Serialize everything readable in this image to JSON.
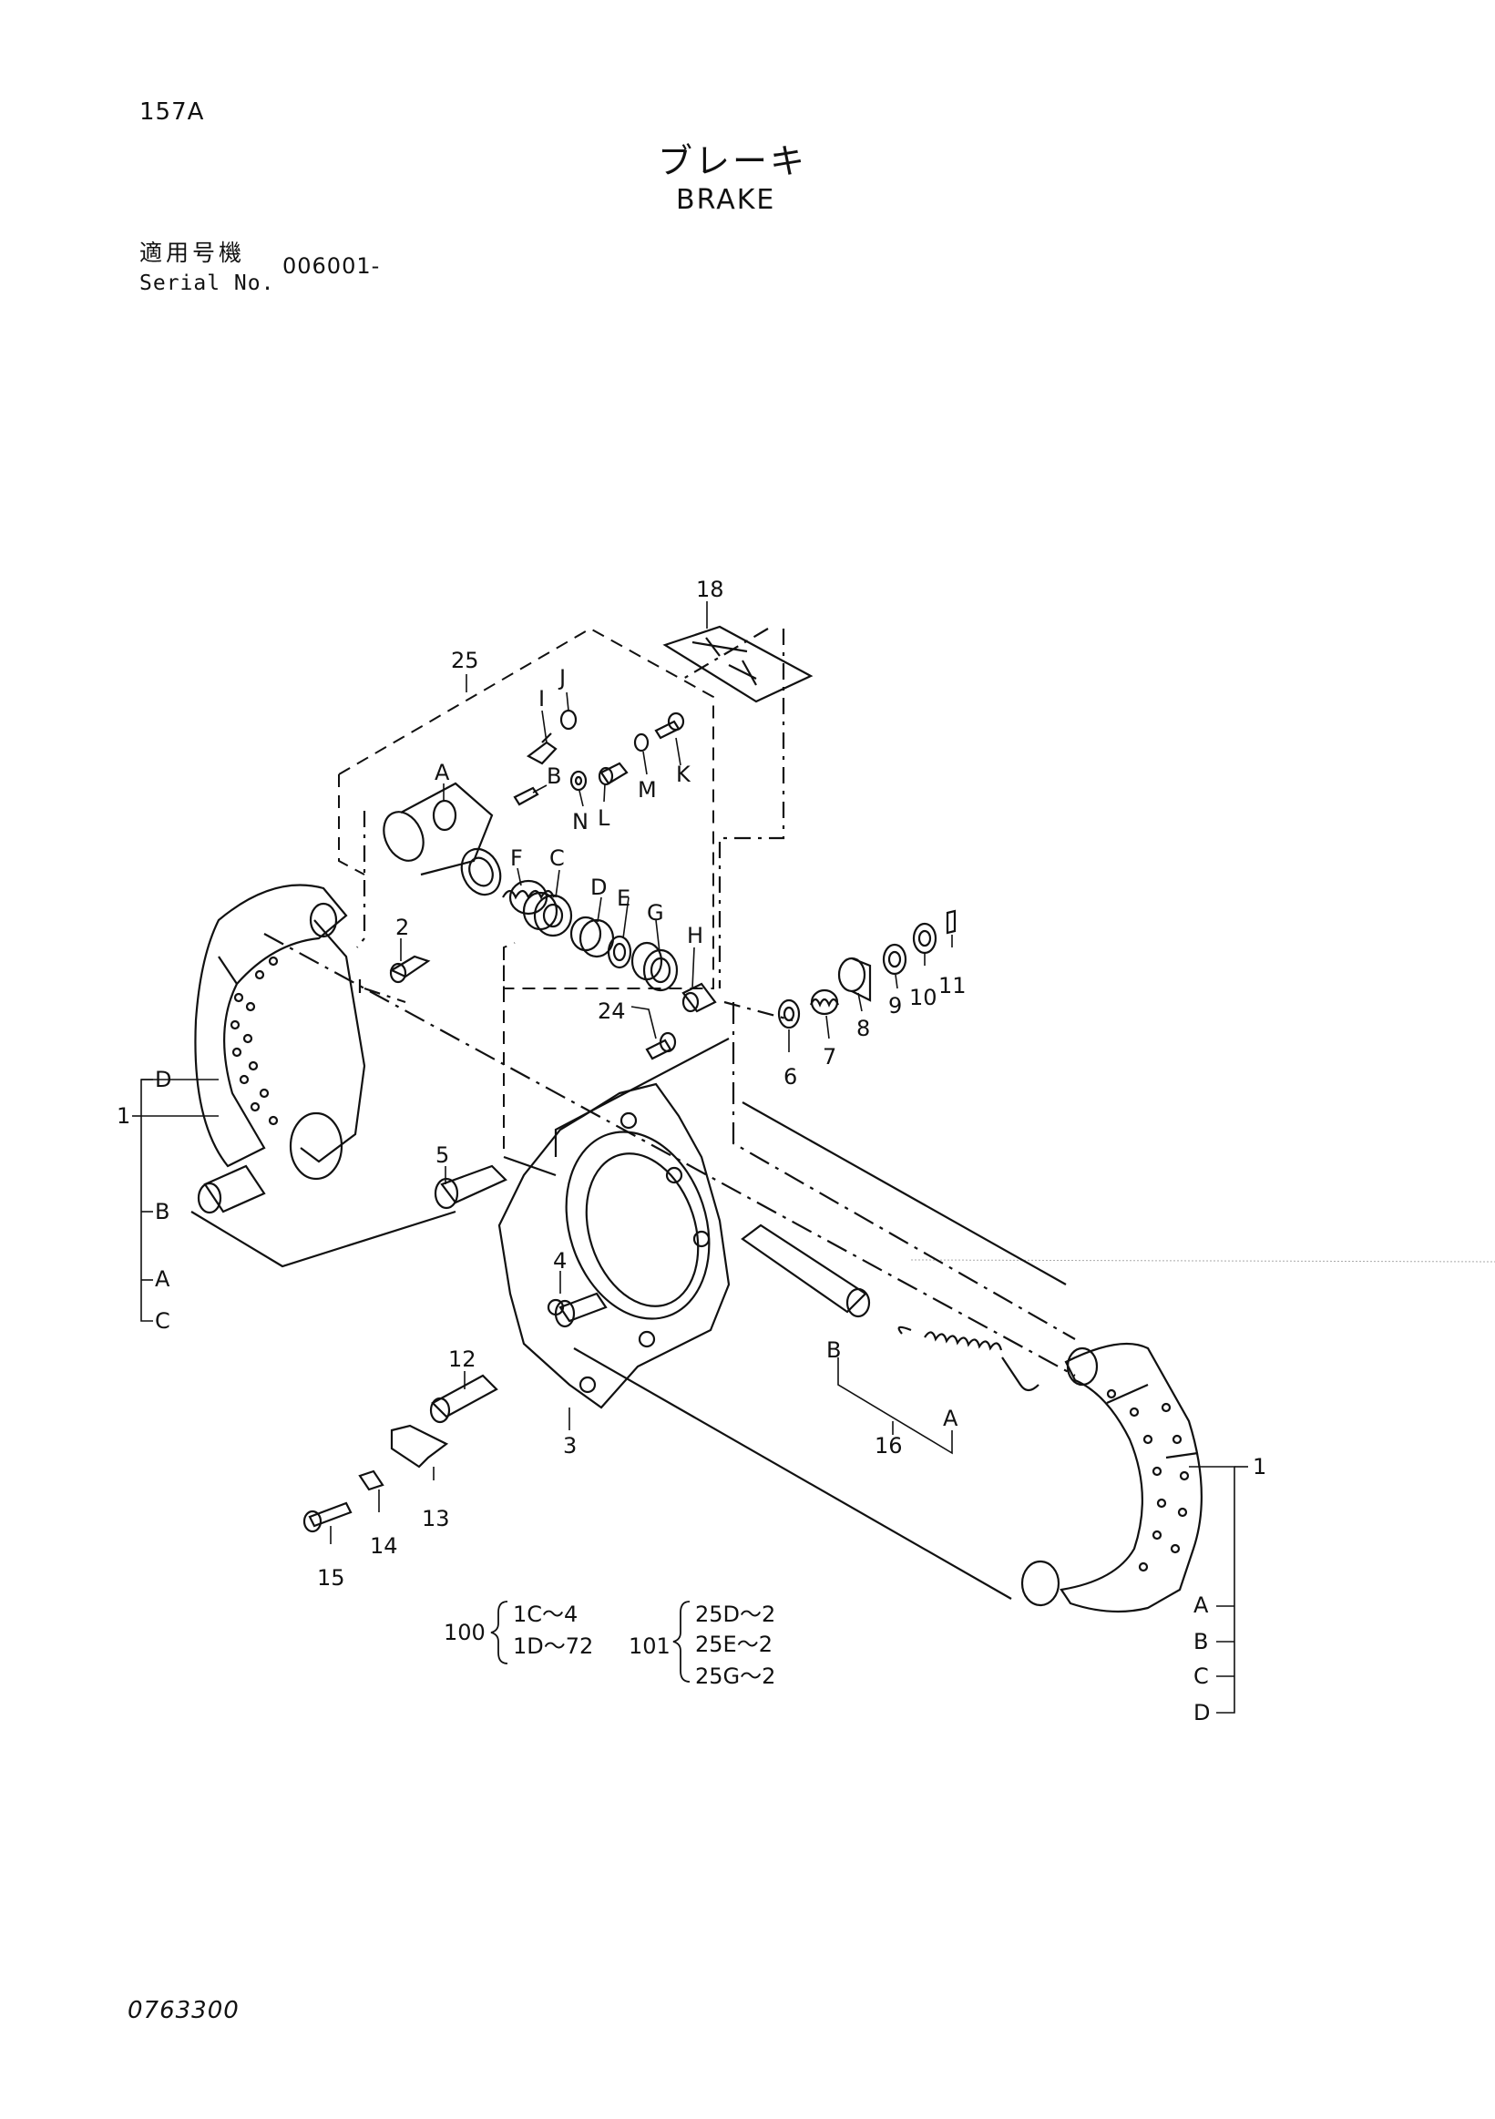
{
  "page": {
    "page_no": "157A",
    "title_jp": "ブレーキ",
    "title_en": "BRAKE",
    "serial_label_jp": "適用号機",
    "serial_label_en": "Serial No.",
    "serial_value": "006001-",
    "doc_no": "0763300"
  },
  "labels": {
    "l1": "1",
    "l1b": "1",
    "l2": "2",
    "l3": "3",
    "l4": "4",
    "l5": "5",
    "l6": "6",
    "l7": "7",
    "l8": "8",
    "l9": "9",
    "l10": "10",
    "l11": "11",
    "l12": "12",
    "l13": "13",
    "l14": "14",
    "l15": "15",
    "l16": "16",
    "l18": "18",
    "l24": "24",
    "l25": "25",
    "lA": "A",
    "lB": "B",
    "lC": "C",
    "lD": "D",
    "lE": "E",
    "lF": "F",
    "lG": "G",
    "lH": "H",
    "lI": "I",
    "lJ": "J",
    "lK": "K",
    "lL": "L",
    "lM": "M",
    "lN": "N",
    "lB2": "B",
    "left_D": "D",
    "left_B": "B",
    "left_A": "A",
    "left_C": "C",
    "right_A": "A",
    "right_B": "B",
    "right_C": "C",
    "right_D": "D",
    "spring_B": "B",
    "spring_A": "A"
  },
  "kits": {
    "k100_num": "100",
    "k100_items": [
      "1C～4",
      "1D～72"
    ],
    "k101_num": "101",
    "k101_items": [
      "25D～2",
      "25E～2",
      "25G～2"
    ]
  }
}
